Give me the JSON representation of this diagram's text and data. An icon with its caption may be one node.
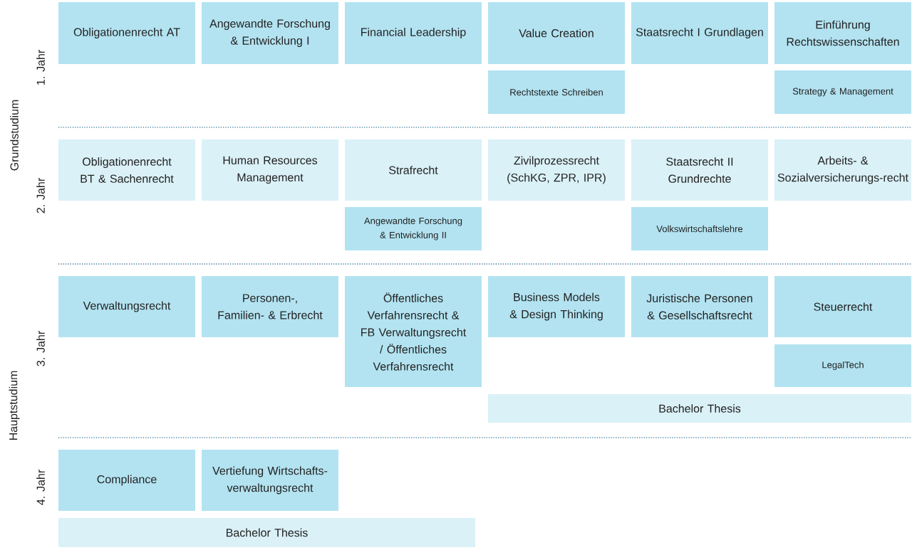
{
  "diagram": {
    "nodes": [
      {
        "text": [
          "Obligationenrecht AT"
        ]
      },
      {
        "text": [
          "Angewandte Forschung & Entwicklung I"
        ]
      },
      {
        "text": [
          "Financial Leadership"
        ]
      },
      {
        "text": [
          "Value Creation"
        ]
      },
      {
        "text": [
          "Staatsrecht I Grundlagen"
        ]
      },
      {
        "text": [
          "Einführung Rechtswissenschaften"
        ]
      },
      {
        "text": [
          "Rechtstexte Schreiben"
        ]
      },
      {
        "text": [
          "Strategy & Management"
        ]
      },
      {
        "text": [
          "Obligationenrecht BT & Sachenrecht"
        ]
      },
      {
        "text": [
          "Human Resources Management"
        ]
      },
      {
        "text": [
          "Strafrecht"
        ]
      },
      {
        "text": [
          "Zivilprozessrecht (SchKG, ZPR, IPR)"
        ]
      },
      {
        "text": [
          "Staatsrecht II Grundrechte"
        ]
      },
      {
        "text": [
          "Arbeits- & Sozialversicherungs-recht"
        ]
      },
      {
        "text": [
          "Angewandte Forschung & Entwicklung II"
        ]
      },
      {
        "text": [
          "Volkswirtschaftslehre"
        ]
      },
      {
        "text": [
          "Verwaltungsrecht"
        ]
      },
      {
        "text": [
          "Personen-, Familien- & Erbrecht"
        ]
      },
      {
        "text": [
          "Öffentliches Verfahrensrecht & FB Verwaltungsrecht / Öffentliches Verfahrensrecht"
        ]
      },
      {
        "text": [
          "Business Models & Design Thinking"
        ]
      },
      {
        "text": [
          "Juristische Personen & Gesellschaftsrecht"
        ]
      },
      {
        "text": [
          "Steuerrecht"
        ]
      },
      {
        "text": [
          "LegalTech"
        ]
      },
      {
        "text": [
          "Bachelor Thesis"
        ]
      },
      {
        "text": [
          "Compliance"
        ]
      },
      {
        "text": [
          "Vertiefung Wirtschafts-verwaltungsrecht"
        ]
      },
      {
        "text": [
          "Bachelor Thesis"
        ]
      }
    ],
    "labels": [
      "Grundstudium",
      "1. Jahr",
      "2. Jahr",
      "Hauptstudium",
      "3. Jahr",
      "4. Jahr"
    ]
  }
}
